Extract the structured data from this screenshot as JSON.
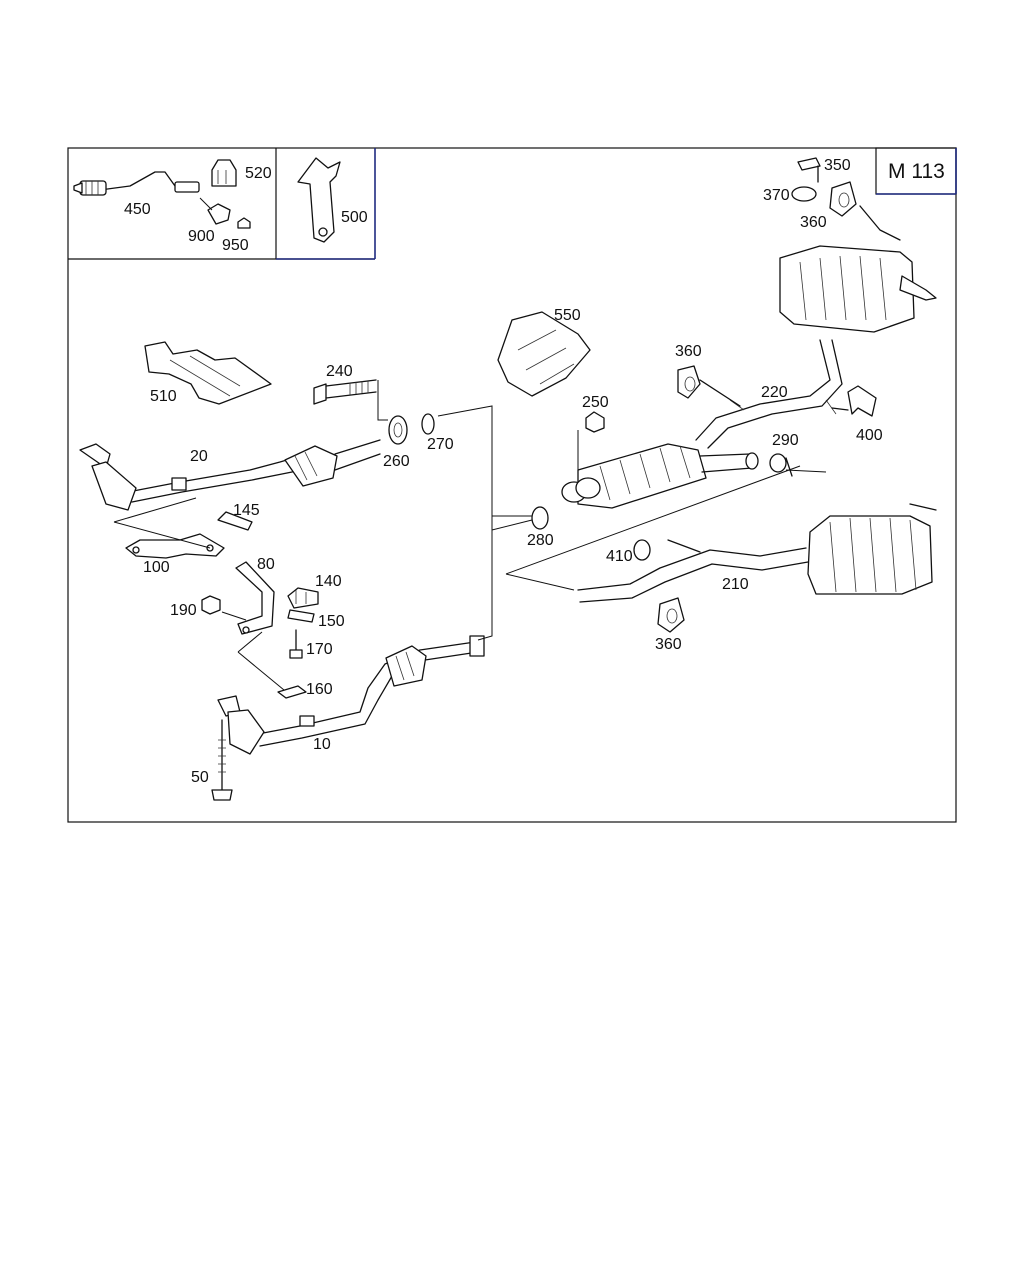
{
  "engine_code": "M 113",
  "part_numbers": {
    "p10": "10",
    "p20": "20",
    "p50": "50",
    "p80": "80",
    "p100": "100",
    "p140": "140",
    "p145": "145",
    "p150": "150",
    "p160": "160",
    "p170": "170",
    "p190": "190",
    "p210": "210",
    "p220": "220",
    "p240": "240",
    "p250": "250",
    "p260": "260",
    "p270": "270",
    "p280": "280",
    "p290": "290",
    "p350": "350",
    "p360a": "360",
    "p360b": "360",
    "p360c": "360",
    "p370": "370",
    "p400": "400",
    "p410": "410",
    "p450": "450",
    "p500": "500",
    "p510": "510",
    "p520": "520",
    "p550": "550",
    "p900": "900",
    "p950": "950"
  }
}
